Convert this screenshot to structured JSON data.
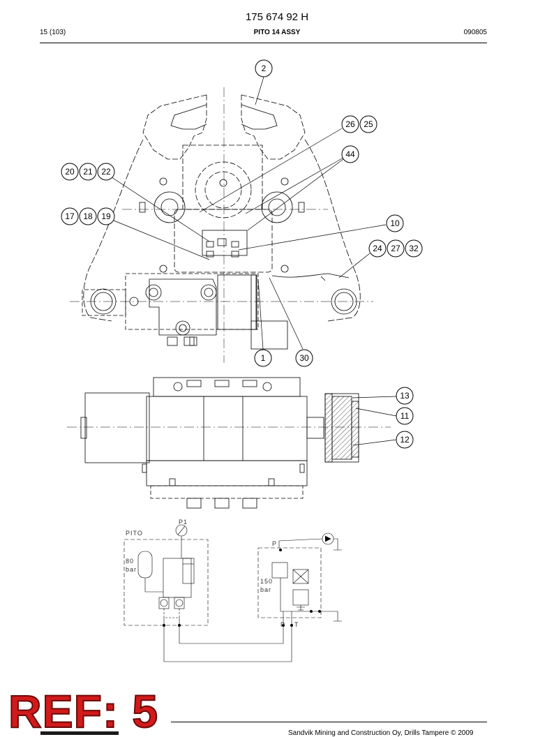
{
  "header": {
    "doc_number": "175 674 92 H",
    "page_ref": "15 (103)",
    "title": "PITO 14 ASSY",
    "date_code": "090805"
  },
  "balloons": {
    "b2": "2",
    "b26": "26",
    "b25": "25",
    "b44": "44",
    "b20": "20",
    "b21": "21",
    "b22": "22",
    "b17": "17",
    "b18": "18",
    "b19": "19",
    "b10": "10",
    "b24": "24",
    "b27": "27",
    "b32": "32",
    "b1": "1",
    "b30": "30",
    "b13": "13",
    "b11": "11",
    "b12": "12"
  },
  "schematic": {
    "left_label": "PITO",
    "gauge_label": "P1",
    "accumulator_pressure": "80",
    "accumulator_unit": "bar",
    "relief_pressure": "150",
    "relief_unit": "bar",
    "port_p_top": "P",
    "port_p_bottom": "P",
    "port_t": "T"
  },
  "stamp": {
    "text": "REF: 5"
  },
  "footer": {
    "text": "Sandvik Mining and Construction Oy, Drills Tampere © 2009"
  },
  "colors": {
    "stamp_fill": "#d21a1a",
    "line": "#000000"
  }
}
